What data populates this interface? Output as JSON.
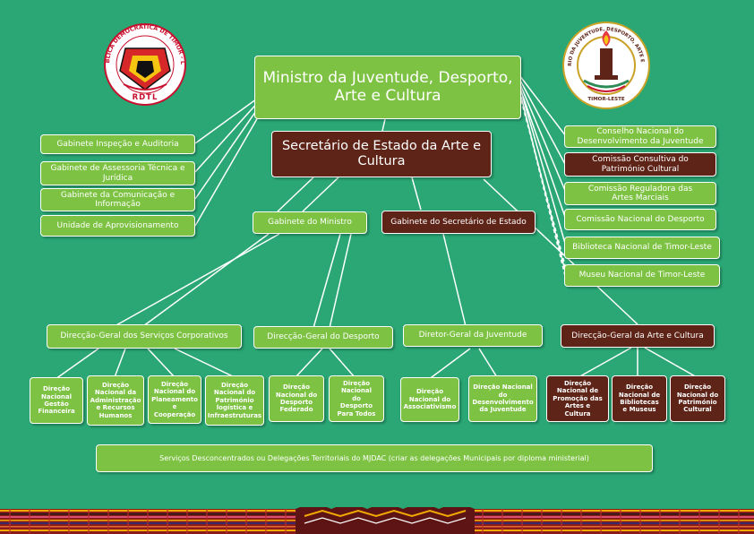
{
  "logos": {
    "rdtl_ring": "REPÚBLICA DEMOCRÁTICA DE TIMOR - LESTE",
    "rdtl_short": "RDTL",
    "ministry_ring": "MINISTÉRIO DA JUVENTUDE, DESPORTO, ARTE E CULTURA",
    "ministry_bottom": "TIMOR-LESTE"
  },
  "minister": "Ministro da Juventude,  Desporto, Arte e Cultura",
  "secretary": "Secretário de Estado da Arte e Cultura",
  "left_units": [
    "Gabinete Inspeção e Auditoria",
    "Gabinete de Assessoria Técnica e Jurídica",
    "Gabinete da Comunicação e Informação",
    "Unidade de Aprovisionamento"
  ],
  "right_bodies": [
    "Conselho Nacional do Desenvolvimento da Juventude",
    "Comissão Consultiva do Património Cultural",
    "Comissão Reguladora das Artes Marciais",
    "Comissão Nacional do Desporto",
    "Biblioteca Nacional de Timor-Leste",
    "Museu Nacional de Timor-Leste"
  ],
  "cabinets": {
    "minister": "Gabinete do Ministro",
    "secretary": "Gabinete do Secretário de Estado"
  },
  "general_directorates": [
    "Direcção-Geral dos Serviços Corporativos",
    "Direcção-Geral do Desporto",
    "Diretor-Geral da Juventude",
    "Direcção-Geral da Arte e Cultura"
  ],
  "national_directorates": [
    "Direção Nacional Gestão Financeira",
    "Direção Nacional da Administração e Recursos Humanos",
    "Direção Nacional do Planeamento e Cooperação",
    "Direção Nacional do Património logística e Infraestruturas",
    "Direção Nacional do Desporto Federado",
    "Direção Nacional do Desporto Para Todos",
    "Direção Nacional do Associativismo",
    "Direção Nacional do Desenvolvimento da Juventude",
    "Direção Nacional de Promoção das Artes e Cultura",
    "Direção Nacional de Bibliotecas e Museus",
    "Direção Nacional do Património Cultural"
  ],
  "footer": "Serviços Desconcentrados ou Delegações Territoriais do MJDAC (criar as delegações Municipais por diploma ministerial)",
  "colors": {
    "background": "#2aa774",
    "green_box": "#7dc242",
    "brown_box": "#5e2418",
    "connector": "#ffffff"
  }
}
